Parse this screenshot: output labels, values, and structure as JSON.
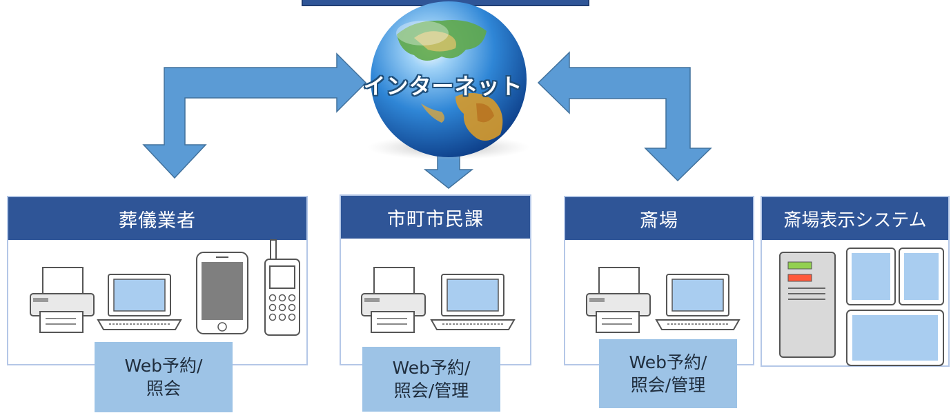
{
  "internet": {
    "label": "インターネット"
  },
  "panels": [
    {
      "title": "葬儀業者",
      "func_lines": [
        "Web予約/",
        "照会"
      ]
    },
    {
      "title": "市町市民課",
      "func_lines": [
        "Web予約/",
        "照会/管理"
      ]
    },
    {
      "title": "斎場",
      "func_lines": [
        "Web予約/",
        "照会/管理"
      ]
    },
    {
      "title": "斎場表示システム"
    }
  ],
  "colors": {
    "header": "#2f5597",
    "arrow": "#5b9bd5",
    "func_box": "#9dc3e6",
    "panel_border": "#b4c7e7"
  }
}
